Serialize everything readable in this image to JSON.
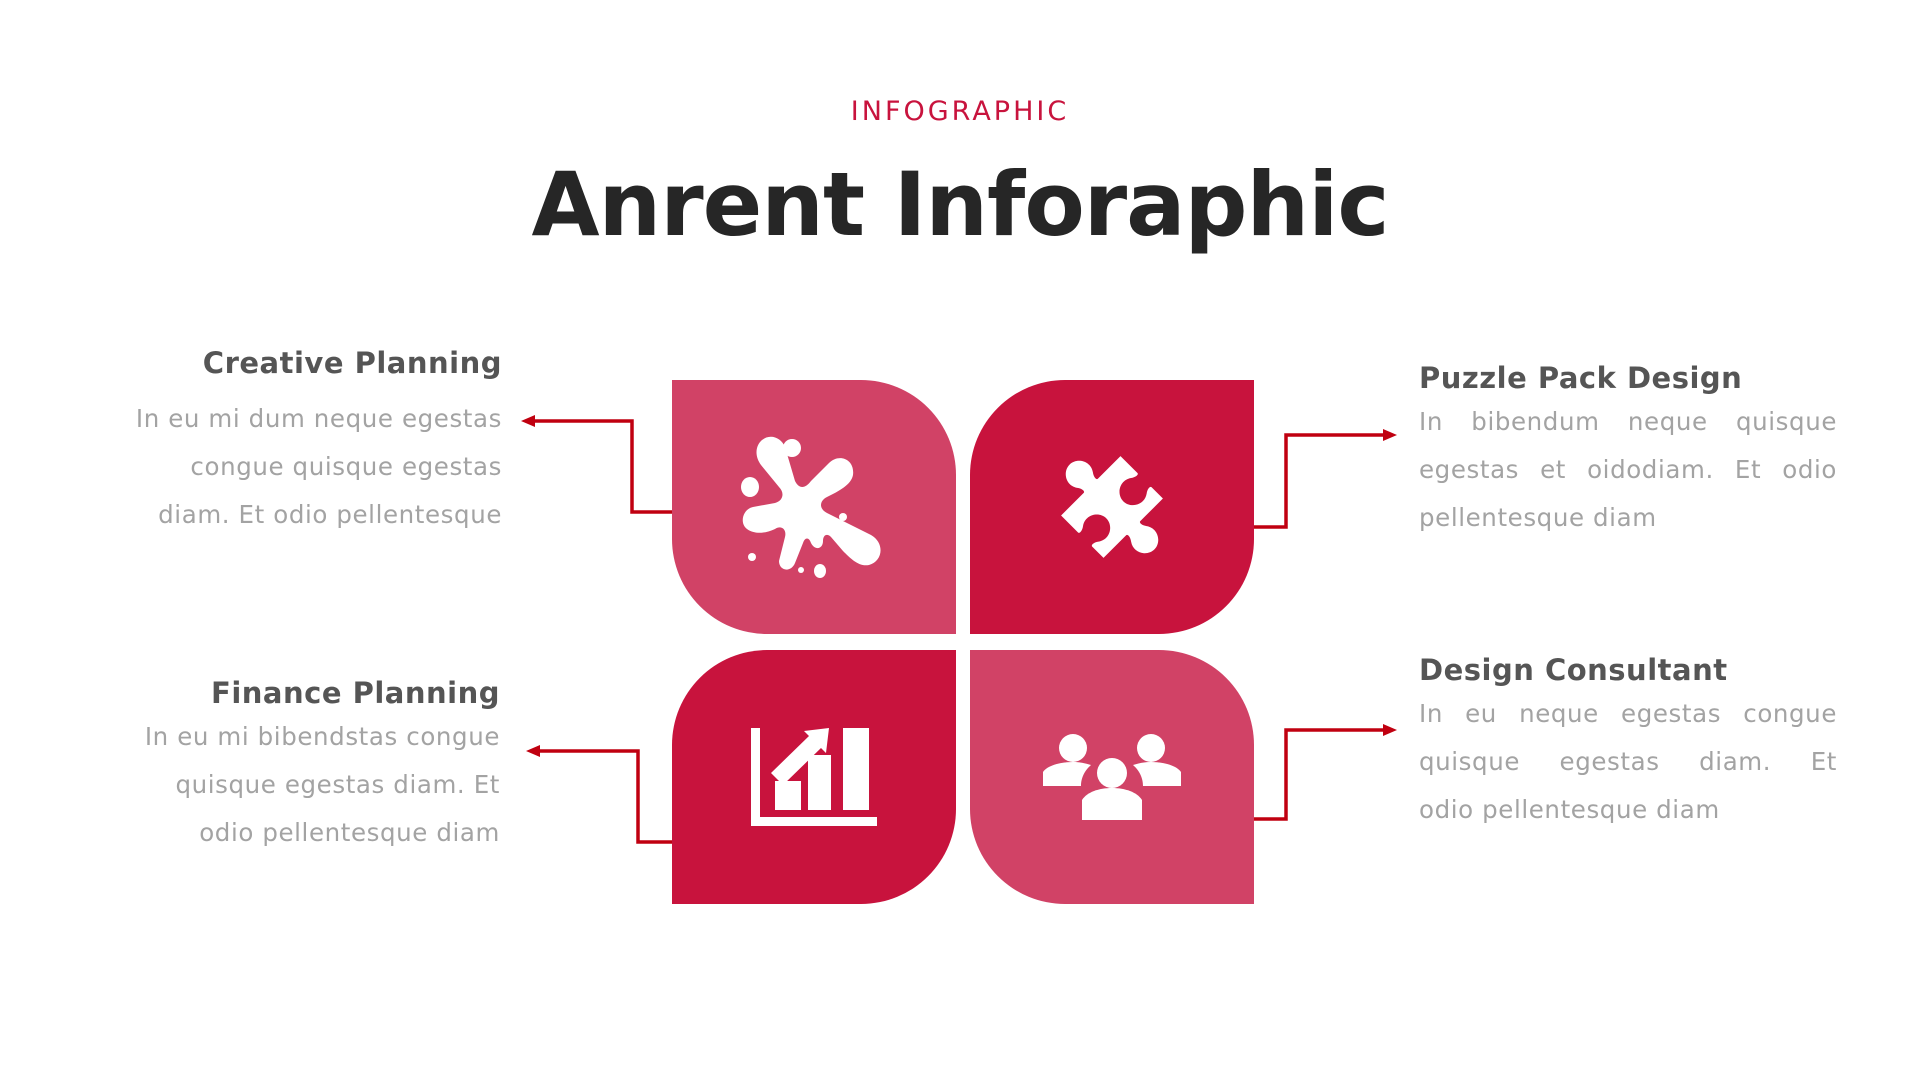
{
  "header": {
    "eyebrow": "INFOGRAPHIC",
    "title": "Anrent Inforaphic"
  },
  "colors": {
    "accent": "#C8133D",
    "accent_light": "#D14266",
    "connector": "#C00010",
    "heading_text": "#555555",
    "body_text": "#A3A3A3",
    "title_text": "#262626"
  },
  "tiles": [
    {
      "position": "top-left",
      "icon": "paint-splash-icon"
    },
    {
      "position": "top-right",
      "icon": "puzzle-piece-icon"
    },
    {
      "position": "bottom-left",
      "icon": "bar-chart-growth-icon"
    },
    {
      "position": "bottom-right",
      "icon": "team-group-icon"
    }
  ],
  "items": {
    "creative": {
      "heading": "Creative Planning",
      "lines": [
        "In eu mi dum neque egestas",
        "congue quisque egestas",
        "diam. Et odio pellentesque"
      ]
    },
    "finance": {
      "heading": "Finance Planning",
      "lines": [
        "In eu mi bibendstas congue",
        "quisque egestas diam. Et",
        "odio pellentesque diam"
      ]
    },
    "puzzle": {
      "heading": "Puzzle Pack Design",
      "lines": [
        "In  bibendum neque quisque",
        "egestas et oidodiam. Et odio",
        "pellentesque diam"
      ]
    },
    "consultant": {
      "heading": "Design Consultant",
      "lines": [
        "In eu neque egestas congue",
        "quisque egestas diam. Et",
        "odio pellentesque diam"
      ]
    }
  }
}
